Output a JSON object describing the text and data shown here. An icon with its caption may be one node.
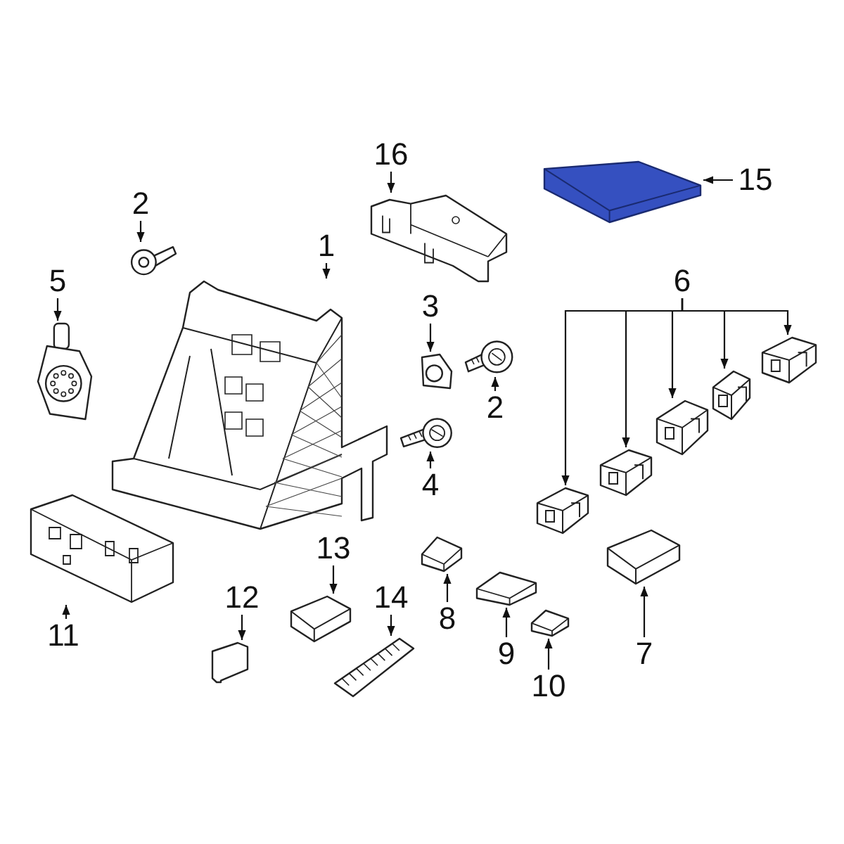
{
  "diagram": {
    "nodes": [
      {
        "text": [
          "16"
        ]
      },
      {
        "text": [],
        "shape": "picture"
      },
      {
        "text": [
          "15"
        ]
      },
      {
        "text": [],
        "shape": "picture"
      },
      {
        "text": [
          "2"
        ]
      },
      {
        "text": [],
        "shape": "picture"
      },
      {
        "text": [
          "1"
        ]
      },
      {
        "text": [],
        "shape": "picture"
      },
      {
        "text": [
          "6"
        ]
      },
      {
        "text": [],
        "shape": "picture"
      },
      {
        "text": [],
        "shape": "picture"
      },
      {
        "text": [],
        "shape": "picture"
      },
      {
        "text": [],
        "shape": "picture"
      },
      {
        "text": [],
        "shape": "picture"
      },
      {
        "text": [
          "5"
        ]
      },
      {
        "text": [],
        "shape": "picture"
      },
      {
        "text": [
          "3"
        ]
      },
      {
        "text": [],
        "shape": "picture"
      },
      {
        "text": [
          "2"
        ]
      },
      {
        "text": [],
        "shape": "picture"
      },
      {
        "text": [
          "4"
        ]
      },
      {
        "text": [],
        "shape": "picture"
      },
      {
        "text": [
          "13"
        ]
      },
      {
        "text": [],
        "shape": "picture"
      },
      {
        "text": [
          "12"
        ]
      },
      {
        "text": [],
        "shape": "picture"
      },
      {
        "text": [
          "14"
        ]
      },
      {
        "text": [],
        "shape": "picture"
      },
      {
        "text": [
          "11"
        ]
      },
      {
        "text": [],
        "shape": "picture"
      },
      {
        "text": [
          "8"
        ]
      },
      {
        "text": [],
        "shape": "picture"
      },
      {
        "text": [
          "9"
        ]
      },
      {
        "text": [],
        "shape": "picture"
      },
      {
        "text": [
          "7"
        ]
      },
      {
        "text": [],
        "shape": "picture"
      },
      {
        "text": [
          "10"
        ]
      },
      {
        "text": [],
        "shape": "picture"
      }
    ],
    "edges": [
      {
        "from": 0,
        "to": 1,
        "arrow": "to"
      },
      {
        "from": 2,
        "to": 3,
        "arrow": "to"
      },
      {
        "from": 4,
        "to": 5,
        "arrow": "to"
      },
      {
        "from": 6,
        "to": 7,
        "arrow": "to"
      },
      {
        "from": 8,
        "to": 9,
        "arrow": "to"
      },
      {
        "from": 8,
        "to": 10,
        "arrow": "to"
      },
      {
        "from": 8,
        "to": 11,
        "arrow": "to"
      },
      {
        "from": 8,
        "to": 12,
        "arrow": "to"
      },
      {
        "from": 8,
        "to": 13,
        "arrow": "to"
      },
      {
        "from": 14,
        "to": 15,
        "arrow": "to"
      },
      {
        "from": 16,
        "to": 17,
        "arrow": "to"
      },
      {
        "from": 18,
        "to": 19,
        "arrow": "to"
      },
      {
        "from": 20,
        "to": 21,
        "arrow": "to"
      },
      {
        "from": 22,
        "to": 23,
        "arrow": "to"
      },
      {
        "from": 24,
        "to": 25,
        "arrow": "to"
      },
      {
        "from": 26,
        "to": 27,
        "arrow": "to"
      },
      {
        "from": 28,
        "to": 29,
        "arrow": "to"
      },
      {
        "from": 30,
        "to": 31,
        "arrow": "to"
      },
      {
        "from": 32,
        "to": 33,
        "arrow": "to"
      },
      {
        "from": 34,
        "to": 35,
        "arrow": "to"
      },
      {
        "from": 36,
        "to": 37,
        "arrow": "to"
      }
    ]
  }
}
